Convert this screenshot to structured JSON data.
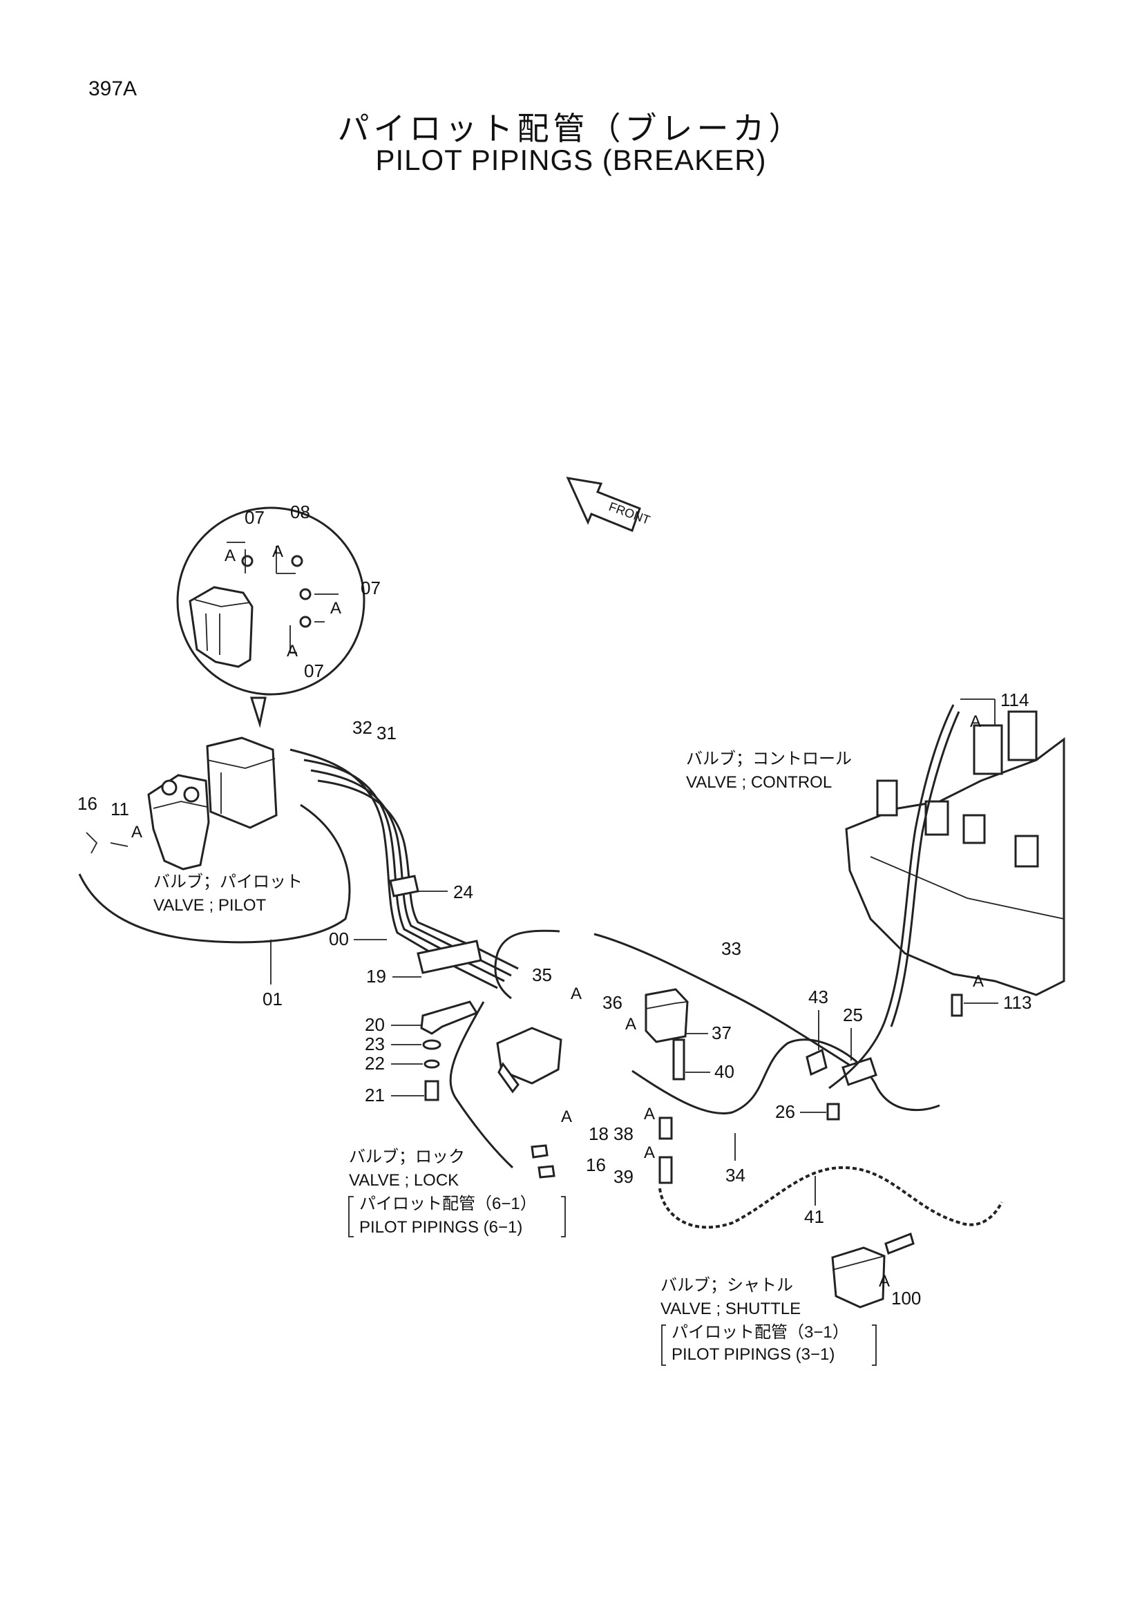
{
  "page": {
    "id": "397A"
  },
  "title": {
    "jp": "パイロット配管（ブレーカ）",
    "en": "PILOT  PIPINGS (BREAKER)"
  },
  "front_marker": "FRONT",
  "connector_letter": "A",
  "callouts": {
    "c07a": "07",
    "c08": "08",
    "c07b": "07",
    "c07c": "07",
    "c16a": "16",
    "c11": "11",
    "c32": "32",
    "c31": "31",
    "c24": "24",
    "c00": "00",
    "c01": "01",
    "c19": "19",
    "c20": "20",
    "c23": "23",
    "c22": "22",
    "c21": "21",
    "c35": "35",
    "c36": "36",
    "c37": "37",
    "c40": "40",
    "c33": "33",
    "c43": "43",
    "c25": "25",
    "c26": "26",
    "c18": "18",
    "c16b": "16",
    "c38": "38",
    "c39": "39",
    "c34": "34",
    "c41": "41",
    "c100": "100",
    "c114": "114",
    "c113": "113"
  },
  "labels": {
    "pilot_valve": {
      "jp": "バルブ；パイロット",
      "en": "VALVE ; PILOT"
    },
    "control_valve": {
      "jp": "バルブ；コントロール",
      "en": "VALVE ; CONTROL"
    },
    "lock_valve": {
      "jp": "バルブ；ロック",
      "en": "VALVE ; LOCK",
      "ref_jp": "パイロット配管（6−1）",
      "ref_en": "PILOT PIPINGS (6−1)"
    },
    "shuttle_valve": {
      "jp": "バルブ；シャトル",
      "en": "VALVE ; SHUTTLE",
      "ref_jp": "パイロット配管（3−1）",
      "ref_en": "PILOT PIPINGS (3−1)"
    }
  }
}
